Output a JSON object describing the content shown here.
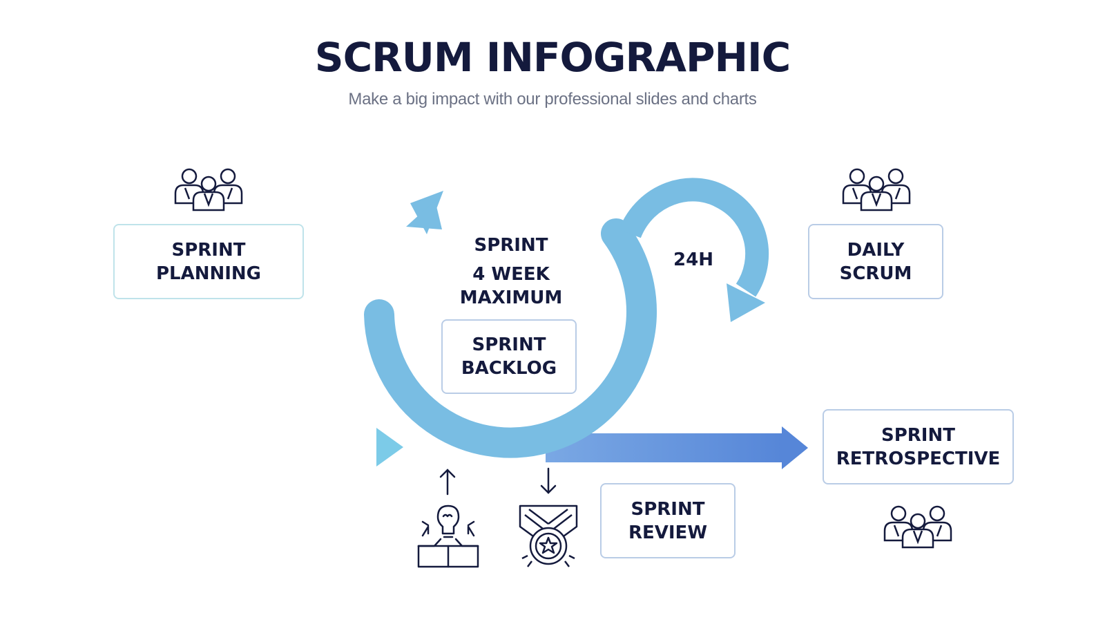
{
  "header": {
    "title": "SCRUM INFOGRAPHIC",
    "subtitle": "Make a big impact with our professional slides and charts"
  },
  "cycle": {
    "sprint_label": "SPRINT",
    "duration_label": "4 WEEK\nMAXIMUM",
    "daily_loop_label": "24H"
  },
  "boxes": {
    "sprint_planning": "SPRINT\nPLANNING",
    "daily_scrum": "DAILY\nSCRUM",
    "sprint_backlog": "SPRINT\nBACKLOG",
    "sprint_retrospective": "SPRINT\nRETROSPECTIVE",
    "sprint_review": "SPRINT\nREVIEW"
  },
  "icons": {
    "planning_team": "team-icon",
    "daily_team": "team-icon",
    "retrospective_team": "team-icon",
    "product_increment": "idea-box-icon",
    "review_award": "medal-icon",
    "input_arrow": "arrow-up-icon",
    "output_arrow": "arrow-down-icon"
  },
  "colors": {
    "title": "#141a3d",
    "subtitle": "#6b7184",
    "cycle_arrow": "#79bde3",
    "input_arrow": "#7fcfe6",
    "output_arrow": "#5b8cdc",
    "box_border": "#b9cce6"
  }
}
